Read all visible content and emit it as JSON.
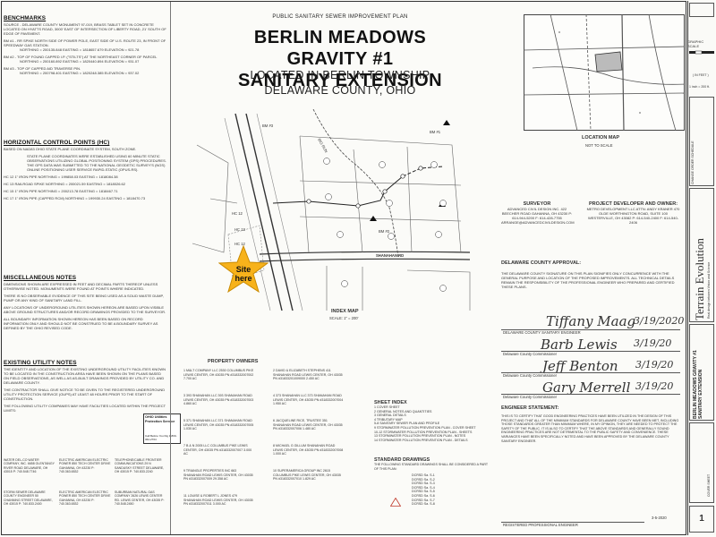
{
  "plan_header": "PUBLIC SANITARY SEWER IMPROVEMENT PLAN",
  "title_line1": "BERLIN MEADOWS GRAVITY #1",
  "title_line2": "SANITARY EXTENSION",
  "subtitle_line1": "LOCATED IN BERLIN TOWNSHIP",
  "subtitle_line2": "DELAWARE COUNTY, OHIO",
  "benchmarks": {
    "heading": "BENCHMARKS",
    "source": "SOURCE - DELAWARE COUNTY MONUMENT 97-019, BRASS TABLET SET IN CONCRETE LOCATED ON HYATTS ROAD, 3000' EAST OF INTERSECTION OF LIBERTY ROAD, 21' SOUTH OF EDGE OF PAVEMENT.",
    "bm1": "BM #1 - RR SPIKE NORTH SIDE OF POWER POLE, EAST SIDE OF U.S. ROUTE 23, IN FRONT OF SPEEDWAY GAS STATION.",
    "bm1_vals": "NORTHING = 200135.848  EASTING = 1818657.679  ELEVATION = 921.78",
    "bm2": "BM #2 - TOP OF FOUND CAPPED I.P. (\"STILTS\") AT THE NORTHEAST CORNER OF PARCEL",
    "bm2_vals": "NORTHING = 200160.892  EASTING = 1820440.894  ELEVATION = 931.07",
    "bm3": "BM #3 - TOP OF CAPPED AID TRAVERSE PIN.",
    "bm3_vals": "NORTHING = 200798.401  EASTING = 1820248.385  ELEVATION = 937.02"
  },
  "hc": {
    "heading": "HORIZONTAL CONTROL POINTS (HC)",
    "basis": "BASED ON NAD83 OHIO STATE PLANE COORDINATE SYSTEM, SOUTH ZONE.",
    "note": "STATE PLANE COORDINATES WERE ESTABLISHED USING 60 MINUTE STATIC OBSERVATIONS UTILIZING GLOBAL POSITIONING SYSTEM (GPS) PROCEDURES. THE GPS DATA WAS SUBMITTED TO THE NATIONAL GEODETIC SURVEY'S (NGS) ONLINE POSITIONING USER SERVICE RAPID-STATIC (OPUS-RS).",
    "hc12": "HC 12  1\" IRON PIPE  NORTHING = 199858.03  EASTING = 1818084.38",
    "hc13": "HC 13  RAILROAD SPIKE  NORTHING = 200021.59  EASTING = 1818026.62",
    "hc15": "HC 15  1\" IRON PIPE  NORTHING = 200213.78  EASTING = 1818467.71",
    "hc17": "HC 17  1\" IRON PIPE (CAPPED RCM)  NORTHING = 199930.24  EASTING = 1818470.73"
  },
  "misc": {
    "heading": "MISCELLANEOUS NOTES",
    "n1": "DIMENSIONS SHOWN ARE EXPRESSED IN FEET AND DECIMAL PARTS THEREOF UNLESS OTHERWISE NOTED. MONUMENTS WERE FOUND AT POINTS WHERE INDICATED.",
    "n2": "THERE IS NO OBSERVABLE EVIDENCE OF THIS SITE BEING USED AS A SOLID WASTE DUMP, PUMP OR ANY KIND OF SANITARY LAND FILL.",
    "n3": "ANY LOCATIONS OF UNDERGROUND UTILITIES SHOWN HEREON ARE BASED UPON VISIBLE ABOVE GROUND STRUCTURES AND/OR RECORD DRAWINGS PROVIDED TO THE SURVEYOR.",
    "n4": "ALL BOUNDARY INFORMATION SHOWN HEREON HAS BEEN BASED ON RECORD INFORMATION ONLY AND SHOULD NOT BE CONSTRUED TO BE A BOUNDARY SURVEY AS DEFINED BY THE OHIO REVISED CODE."
  },
  "utility": {
    "heading": "EXISTING UTILITY NOTES",
    "n1": "THE IDENTITY AND LOCATION OF THE EXISTING UNDERGROUND UTILITY FACILITIES KNOWN TO BE LOCATED IN THE CONSTRUCTION AREA HAVE BEEN SHOWN ON THE PLANS BASED ON FIELD OBSERVATIONS, AS WELL AS AS-BUILT DRAWINGS PROVIDED BY UTILITY CO. AND DELAWARE COUNTY.",
    "n2": "THE CONTRACTOR SHALL GIVE NOTICE TO BE GIVEN TO THE REGISTERED UNDERGROUND UTILITY PROTECTION SERVICE (OUPS) AT LEAST 48 HOURS PRIOR TO THE START OF CONSTRUCTION.",
    "n3": "THE FOLLOWING UTILITY COMPANIES MAY HAVE FACILITIES LOCATED WITHIN THE PROJECT LIMITS:",
    "water": "WATER  DEL-CO WATER COMPANY, INC. 6658 OLENTANGY RIVER ROAD DELAWARE, OH 43015 P: 740.548.7746",
    "electric": "ELECTRIC  AMERICAN ELECTRIC POWER 850 TECH CENTER DRIVE GAHANNA, OH 43230 P: 740.363.6532",
    "telephone": "TELEPHONE/CABLE  FRONTIER COMMUNICATIONS 29 N SANDUSKY STREET DELAWARE, OH 43015 P: 740.833.2240",
    "storm": "STORM SEWER  DELAWARE COUNTY ENGINEER 50 CHANNING STREET DELAWARE, OH 43015 P: 740.833.2400",
    "electric2": "ELECTRIC  AMERICAN ELECTRIC POWER 850 TECH CENTER DRIVE GAHANNA, OH 43230 P: 740.363.6532",
    "gas": "SUBURBAN NATURAL GAS COMPANY 2626 LEWIS CENTER RD. LEWIS CENTER, OH 43035 P: 740.548.2450",
    "ohio": "OHIO Utilities Protection Service",
    "ohio_phone": "Call Before You Dig 1-800-362-2764"
  },
  "map": {
    "site_here": "Site here",
    "index_map": "INDEX MAP",
    "index_scale": "SCALE: 1\" = 200'",
    "hc12": "HC 12",
    "hc13": "HC 13",
    "hc12b": "HC 12",
    "bm1": "BM #1",
    "bm2": "BM #2",
    "bm3": "BM #3",
    "road": "SHANAHAN RD",
    "road2": "BIG RUN"
  },
  "location_map": {
    "label": "LOCATION MAP",
    "scale": "NOT TO SCALE"
  },
  "surveyor": {
    "heading": "SURVEYOR",
    "lines": "ADVANCED CIVIL DESIGN INC. 422 BEECHER ROAD GAHANNA, OH 43230 P: 614-944-5200 F: 614-428-7755 ARRANGE@ADVANCEDCIVILDESIGN.COM"
  },
  "developer": {
    "heading": "PROJECT DEVELOPER AND OWNER:",
    "lines": "METRO DEVELOPMENT LLC ATTN: ANDY KRANER 470 OLDE WORTHINGTON ROAD, SUITE 100 WESTERVILLE, OH 43082 P: 614-540-2400 F: 614-540-2406"
  },
  "approval": {
    "heading": "DELAWARE COUNTY APPROVAL:",
    "text": "THE DELAWARE COUNTY SIGNATURE ON THIS PLAN SIGNIFIES ONLY CONCURRENCE WITH THE GENERAL PURPOSE AND LOCATION OF THE PROPOSED IMPROVEMENTS. ALL TECHNICAL DETAILS REMAIN THE RESPONSIBILITY OF THE PROFESSIONAL ENGINEER WHO PREPARED AND CERTIFIED THESE PLANS.",
    "sig1": "Tiffany Maag",
    "sig1_title": "DELAWARE COUNTY SANITARY ENGINEER",
    "sig1_date": "3/19/2020",
    "sig2": "Barb Lewis",
    "sig2_title": "Delaware County Commissioner",
    "sig2_date": "3/19/20",
    "sig3": "Jeff Benton",
    "sig3_title": "Delaware County Commissioner",
    "sig3_date": "3/19/20",
    "sig4": "Gary Merrell",
    "sig4_title": "Delaware County Commissioner",
    "sig4_date": "3/19/20"
  },
  "property_owners": {
    "heading": "PROPERTY OWNERS",
    "o1": "1  M&LT COMPANY LLC 2530 COLUMBUS PIKE LEWIS CENTER, OH 43035 PN #318332007002 7.700 AC",
    "o2": "2  DAVID & ELIZABETH STEPHENS 411 SHANAHAN ROAD LEWIS CENTER, OH 43035 PN #31833201009000 2.450 AC",
    "o3": "3  393 SHANAHAN LLC 393 SHANAHAN ROAD LEWIS CENTER, OH 43035 PN #318332007003 4.860 AC",
    "o4": "4  373 SHANAHAN LLC 373 SHANAHAN ROAD LEWIS CENTER, OH 43035 PN #318332007004 1.950 AC",
    "o5": "5  371 SHANAHAN LLC 371 SHANAHAN ROAD LEWIS CENTER, OH 43035 PN #318332007005 1.030 AC",
    "o6": "6  JACQUELINE RICE, TRUSTEE 351 SHANAHAN ROAD LEWIS CENTER, OH 43035 PN #318332007006 1.480 AC",
    "o7": "7  B & N 2005 LLC COLUMBUS PIKE LEWIS CENTER, OH 43035 PN #318332007007 3.000 AC",
    "o8": "8  MICHAEL G GILLUM SHANAHAN ROAD LEWIS CENTER, OH 43035 PN #318332007008 1.000 AC",
    "o9": "9  TRIANGLE PROPERTIES INC 663 SHANAHAN ROAD LEWIS CENTER, OH 43035 PN #318332007009 29.358 AC",
    "o10": "10  SUPERAMERICA GROUP INC 2615 COLUMBUS PIKE LEWIS CENTER, OH 43035 PN #318332007010 1.829 AC",
    "o11": "11  LOUISE & ROBERT L JONES 479 SHANAHAN ROAD LEWIS CENTER, OH 43035 PN #318332007011 3.000 AC"
  },
  "sheet_index": {
    "heading": "SHEET INDEX",
    "rows": [
      "1  COVER SHEET",
      "2  GENERAL NOTES AND QUANTITIES",
      "3  GENERAL DETAILS",
      "4  TRIBUTARY MAP",
      "5-8  SANITARY SEWER PLAN AND PROFILE",
      "9  STORMWATER POLLUTION PREVENTION PLAN - COVER SHEET",
      "10-12  STORMWATER POLLUTION PREVENTION PLAN - SHEETS",
      "13  STORMWATER POLLUTION PREVENTION PLAN - NOTES",
      "14  STORMWATER POLLUTION PREVENTION PLAN - DETAILS"
    ]
  },
  "standard_drawings": {
    "heading": "STANDARD DRAWINGS",
    "text": "THE FOLLOWING STANDARD DRAWINGS SHALL BE CONSIDERED A PART OF THIS PLAN:",
    "rows": [
      "DCRSD Sa. S-1",
      "DCRSD Sa. S-2",
      "DCRSD Sa. S-3",
      "DCRSD Sa. S-4",
      "DCRSD Sa. S-5",
      "DCRSD Sa. S-6",
      "DCRSD Sa. S-7",
      "DCRSD Sa. S-8"
    ]
  },
  "engineer": {
    "heading": "ENGINEER STATEMENT:",
    "text": "THIS IS TO CERTIFY THAT GOOD ENGINEERING PRACTICES HAVE BEEN UTILIZED IN THE DESIGN OF THIS PROJECT AND THAT ALL OF THE MINIMUM STANDARDS FOR DELAWARE COUNTY HAVE BEEN MET, INCLUDING THOSE STANDARDS GREATER THAN MINIMUM WHERE, IN MY OPINION, THEY ARE NEEDED TO PROTECT THE SAFETY OF THE PUBLIC. IT IS ALSO TO CERTIFY THAT THE ABOVE STANDARDS AND GENERALLY SOUND ENGINEERING PRACTICES ARE NOT DETRIMENTAL TO THE PUBLIC SAFETY AND CONVENIENCE. THESE VARIANCES HAVE BEEN SPECIFICALLY NOTED AND HAVE BEEN APPROVED BY THE DELAWARE COUNTY SANITARY ENGINEER.",
    "reg": "REGISTERED PROFESSIONAL ENGINEER",
    "date": "3-5-2020"
  },
  "titleblock": {
    "scale_head": "GRAPHIC SCALE",
    "scale_unit": "( IN FEET )",
    "scale_inch": "1 inch = 200 ft.",
    "brand": "Terrain Evolution",
    "tagline": "Real design between Vision and Science",
    "project": "BERLIN MEADOWS GRAVITY #1 SANITARY EXTENSION",
    "sheet": "COVER SHEET",
    "sheet_no": "1",
    "changes": "CHANGE ORDER SCHEDULE"
  }
}
